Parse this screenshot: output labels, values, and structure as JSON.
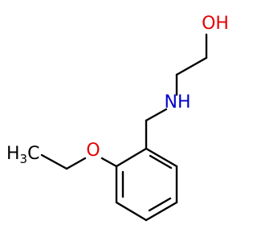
{
  "molecule": {
    "atoms": {
      "hydroxyl": {
        "text": "OH",
        "color": "#e60000"
      },
      "amine": {
        "text": "NH",
        "color": "#0000cc"
      },
      "ether_oxygen": {
        "text": "O",
        "color": "#e60000"
      },
      "methyl": {
        "text": "H",
        "subscript": "3",
        "suffix": "C",
        "color": "#000000"
      }
    }
  }
}
